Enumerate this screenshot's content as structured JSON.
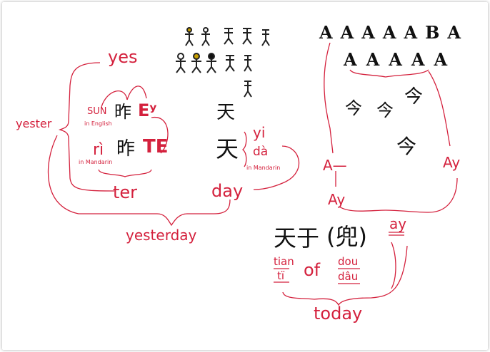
{
  "left": {
    "yes": "yes",
    "yester": "yester",
    "sun_label": "SUN",
    "in_english": "in English",
    "ri_label": "rì",
    "in_mandarin_left": "in Mandarin",
    "char_zuo_seal": "昨",
    "char_zuo": "昨",
    "ey": "Eʸ",
    "te": "TE",
    "ter": "ter",
    "yesterday": "yesterday"
  },
  "middle": {
    "char_tian_old": "天",
    "char_tian": "天",
    "yi": "yi",
    "da": "dà",
    "in_mandarin_mid": "in Mandarin",
    "day": "day"
  },
  "right": {
    "a_forms_row1": [
      "A",
      "A",
      "A",
      "A",
      "A",
      "B",
      "A"
    ],
    "a_forms_row2": [
      "A",
      "A",
      "A",
      "A",
      "A"
    ],
    "jin_chars": [
      "今",
      "今",
      "今",
      "今"
    ],
    "a_dash": "A—",
    "ay_left": "Ay",
    "ay_right": "Ay",
    "phrase_tianyu": "天于",
    "phrase_dou": "(兜)",
    "ay_under": "ay",
    "tian": "tian",
    "ti": "tï",
    "of": "of",
    "dou": "dou",
    "dau": "dâu",
    "today": "today"
  },
  "colors": {
    "accent": "#d4213d",
    "ink": "#111111"
  }
}
